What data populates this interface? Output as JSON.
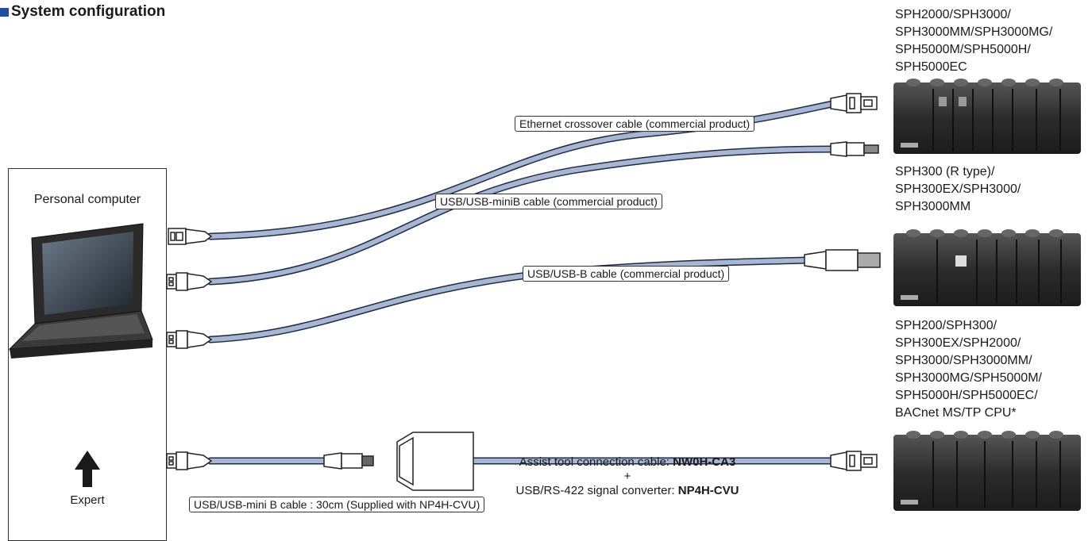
{
  "title": "System configuration",
  "pc": {
    "label": "Personal computer",
    "expert_label": "Expert"
  },
  "plc_groups": [
    {
      "text": "SPH2000/SPH3000/\nSPH3000MM/SPH3000MG/\nSPH5000M/SPH5000H/\nSPH5000EC"
    },
    {
      "text": "SPH300 (R type)/\nSPH300EX/SPH3000/\nSPH3000MM"
    },
    {
      "text": "SPH200/SPH300/\nSPH300EX/SPH2000/\nSPH3000/SPH3000MM/\nSPH3000MG/SPH5000M/\nSPH5000H/SPH5000EC/\nBACnet MS/TP CPU*"
    }
  ],
  "cables": {
    "ethernet": "Ethernet crossover cable (commercial product)",
    "usb_minib": "USB/USB-miniB cable (commercial product)",
    "usb_b": "USB/USB-B cable (commercial product)",
    "usb_mini_b_short": "USB/USB-mini B cable : 30cm (Supplied with NP4H-CVU)"
  },
  "assist": {
    "line1_prefix": "Assist tool connection cable: ",
    "line1_model": "NW0H-CA3",
    "plus": "+",
    "line2_prefix": "USB/RS-422 signal converter: ",
    "line2_model": "NP4H-CVU"
  },
  "colors": {
    "cable": "#a9b6d2",
    "cable_edge": "#1e2a45",
    "title_square": "#1f4e9c",
    "plc_body": "#2e2e2e"
  }
}
